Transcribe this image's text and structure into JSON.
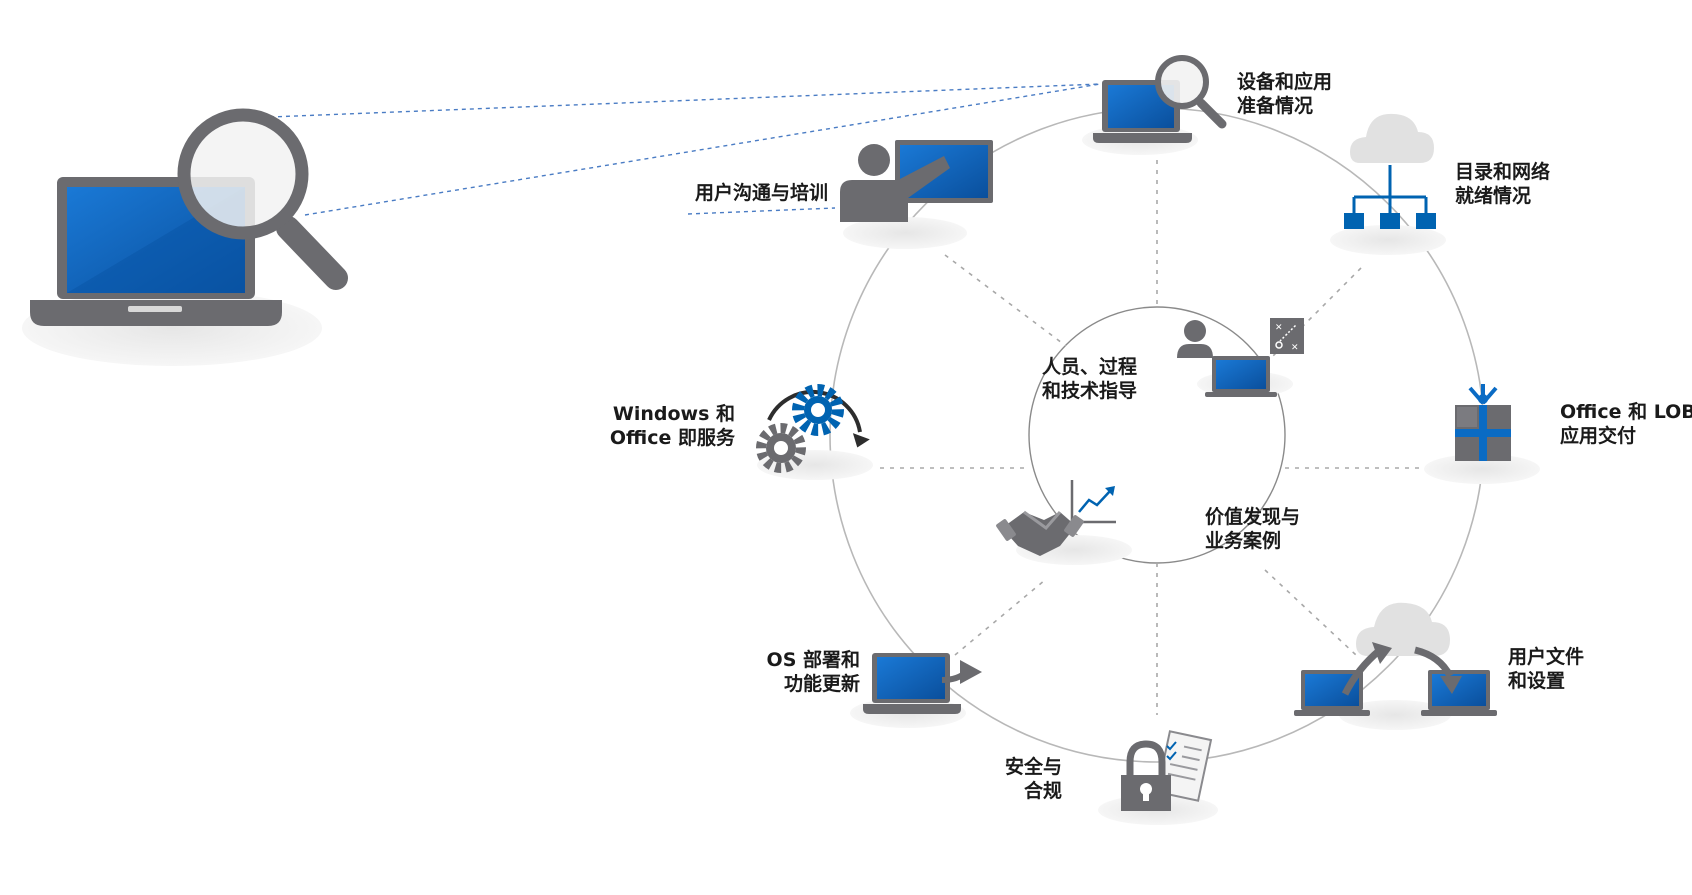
{
  "nodes": {
    "devices": {
      "line1": "设备和应用",
      "line2": "准备情况",
      "icon": "laptop-magnifier-icon"
    },
    "directory": {
      "line1": "目录和网络",
      "line2": "就绪情况",
      "icon": "cloud-network-icon"
    },
    "office_lob": {
      "line1": "Office 和 LOB",
      "line2": "应用交付",
      "icon": "gift-box-icon"
    },
    "user_files": {
      "line1": "用户文件",
      "line2": "和设置",
      "icon": "laptop-cloud-sync-icon"
    },
    "security": {
      "line1": "安全与",
      "line2": "合规",
      "icon": "padlock-document-icon"
    },
    "os_deploy": {
      "line1": "OS 部署和",
      "line2": "功能更新",
      "icon": "laptop-arrow-icon"
    },
    "waas": {
      "line1": "Windows 和",
      "line2": "Office 即服务",
      "icon": "gears-cycle-icon"
    },
    "user_comm": {
      "line1": "用户沟通与培训",
      "icon": "presenter-board-icon"
    }
  },
  "center": {
    "people": {
      "line1": "人员、过程",
      "line2": "和技术指导",
      "icon": "person-laptop-strategy-icon"
    },
    "value": {
      "line1": "价值发现与",
      "line2": "业务案例",
      "icon": "handshake-chart-icon"
    }
  },
  "main_icon": "laptop-magnifier-icon",
  "colors": {
    "accent_blue": "#0063b1",
    "icon_gray": "#6b6b6f",
    "ring": "#b0b0b0",
    "dashed_blue": "#3a6fb8"
  }
}
